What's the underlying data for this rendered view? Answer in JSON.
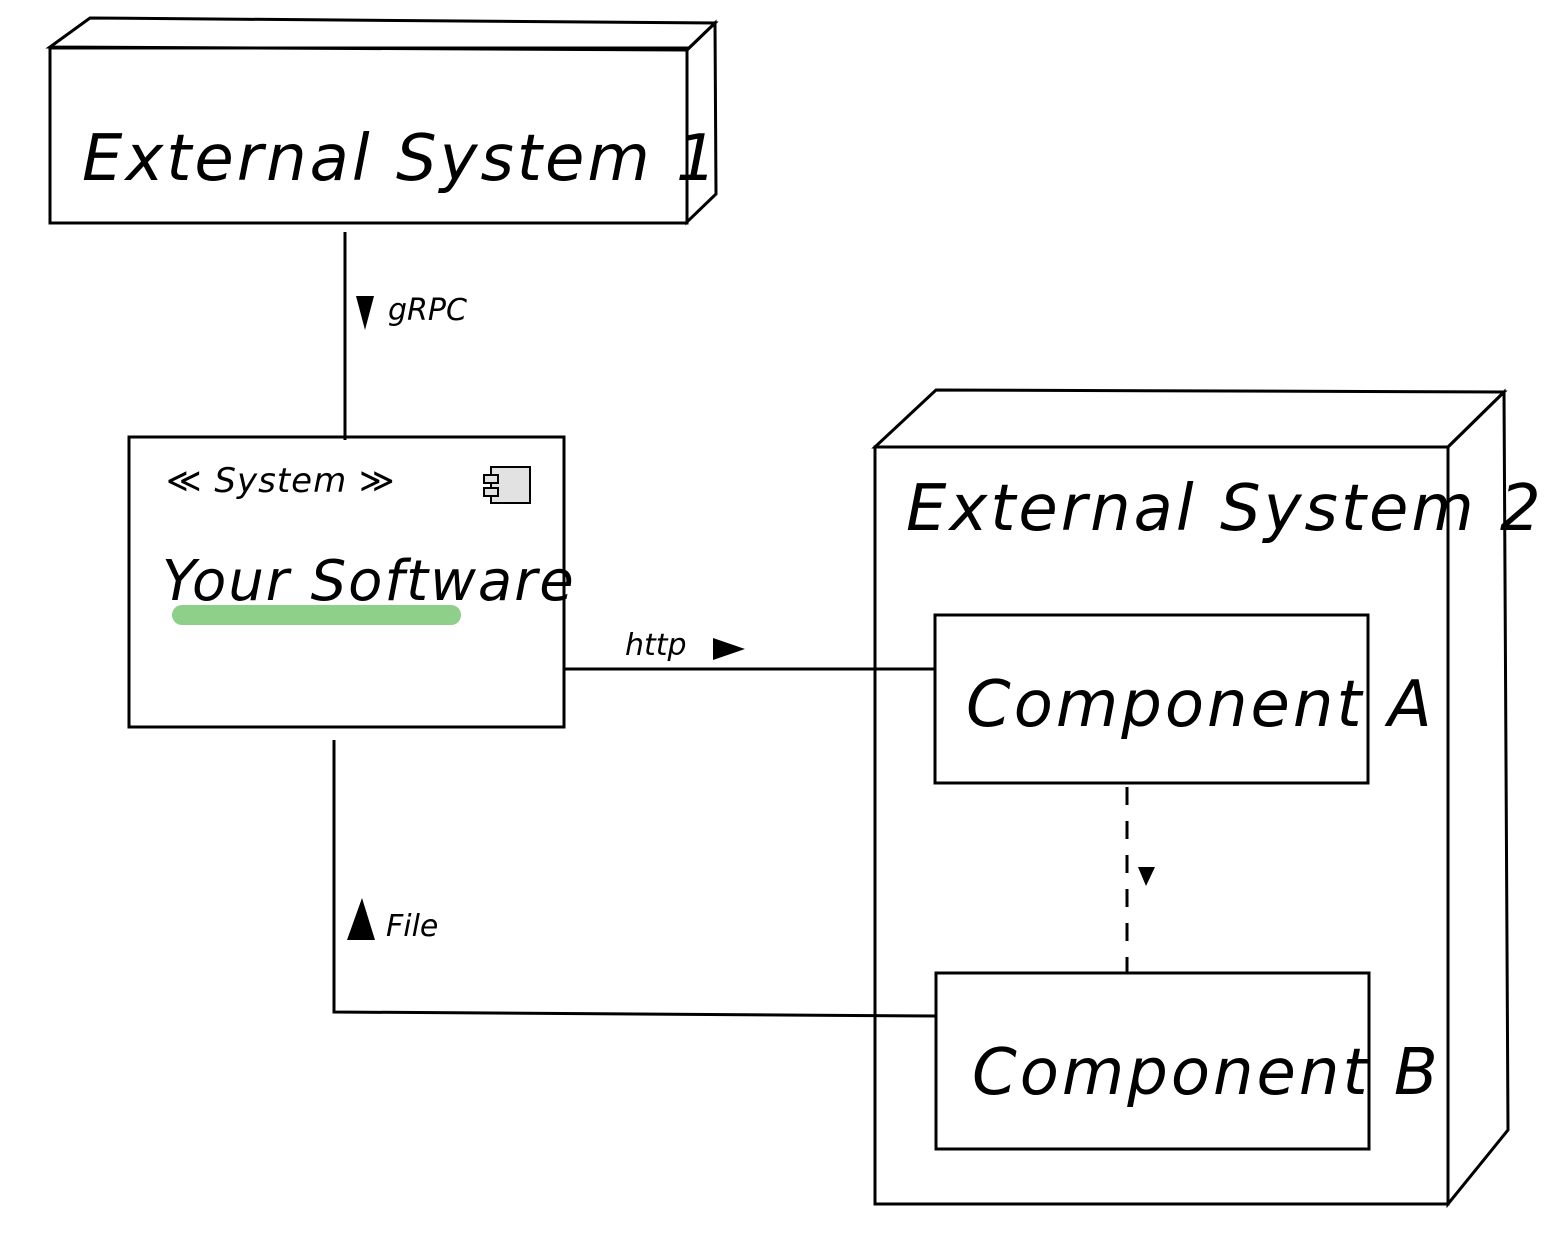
{
  "diagram": {
    "nodes": {
      "external_system_1": {
        "label": "External System 1"
      },
      "your_software": {
        "stereotype": "≪ System ≫",
        "label": "Your Software",
        "highlight_color": "#8ecf8a",
        "icon": "component-icon"
      },
      "external_system_2": {
        "label": "External System 2",
        "components": {
          "a": {
            "label": "Component A"
          },
          "b": {
            "label": "Component B"
          }
        }
      }
    },
    "edges": {
      "grpc": {
        "label": "gRPC",
        "arrow": "down"
      },
      "http": {
        "label": "http",
        "arrow": "right"
      },
      "file": {
        "label": "File",
        "arrow": "up"
      },
      "a_to_b": {
        "label": "",
        "arrow": "down",
        "style": "dashed"
      }
    }
  }
}
